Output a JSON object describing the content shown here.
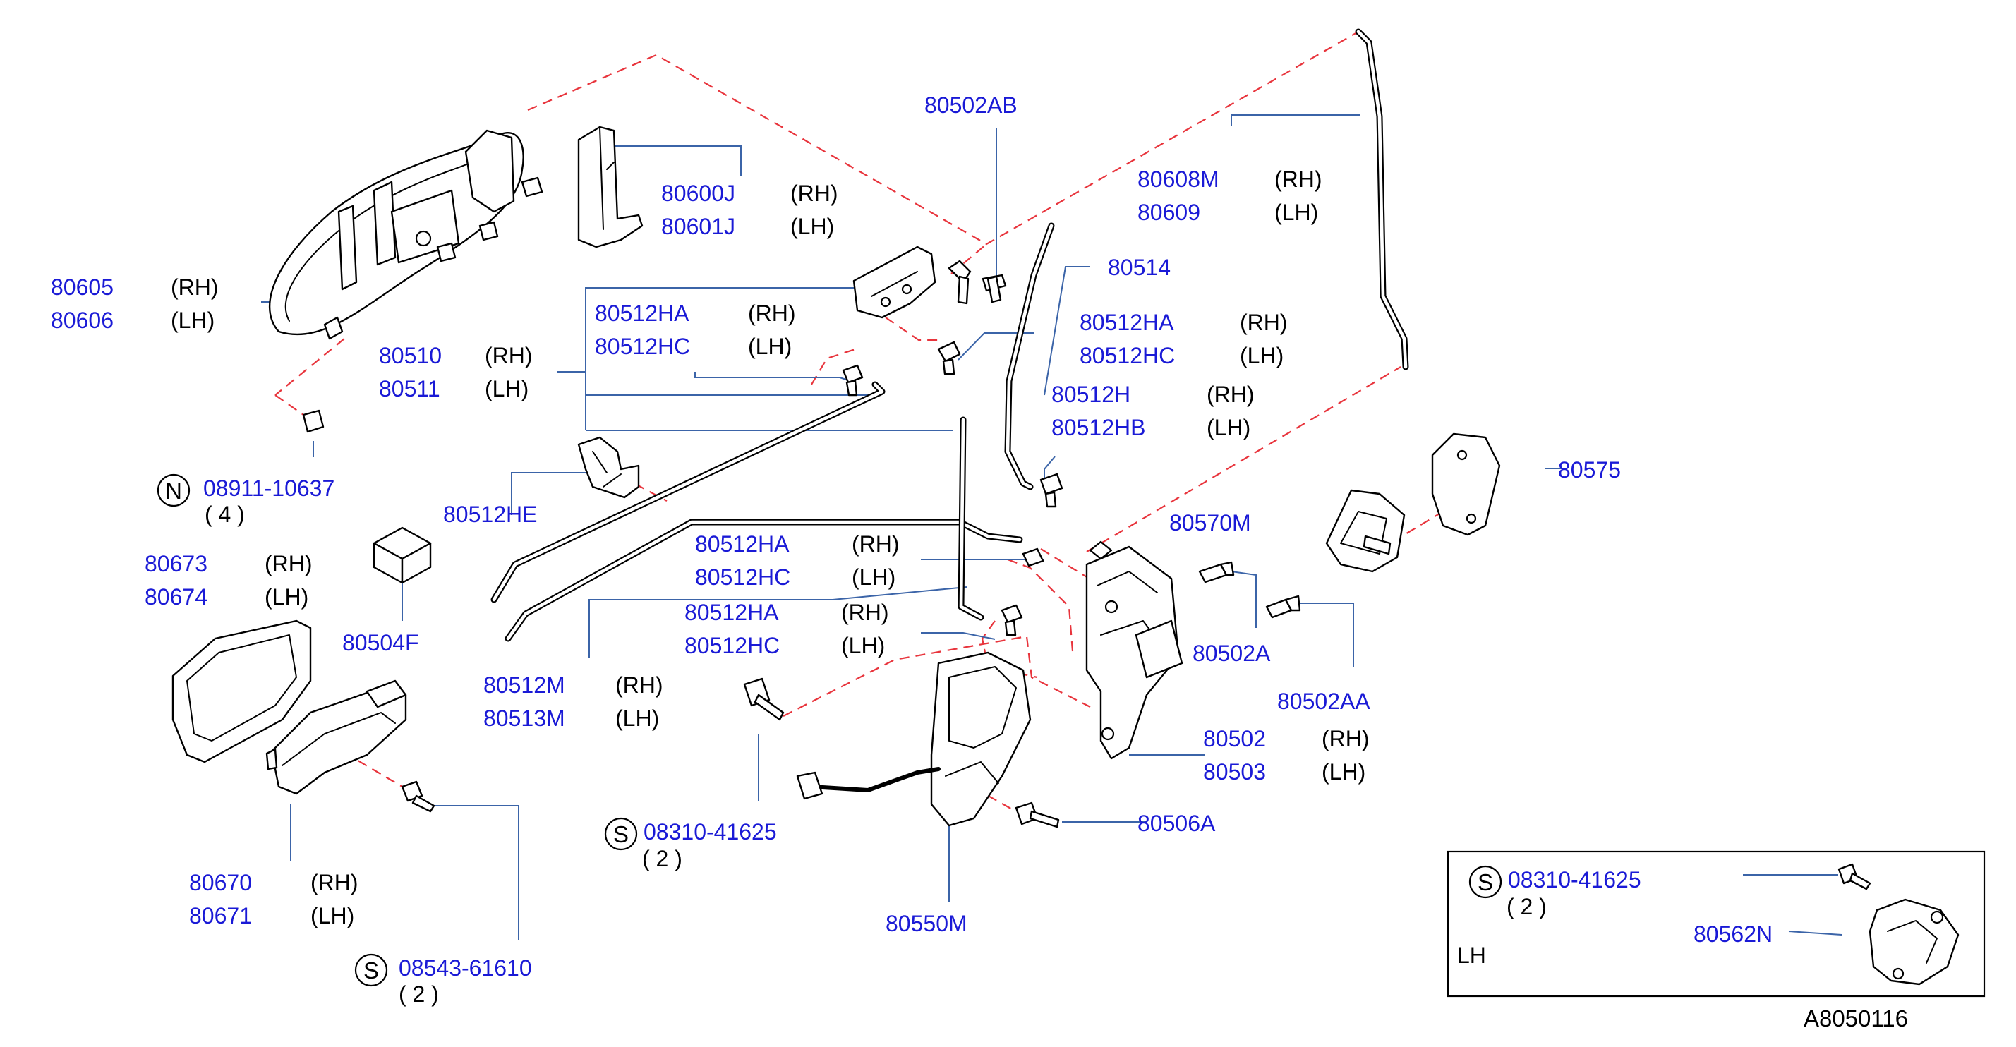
{
  "parts": {
    "p80605": "80605",
    "p80606": "80606",
    "p80600J": "80600J",
    "p80601J": "80601J",
    "p80502AB": "80502AB",
    "p80608M": "80608M",
    "p80609": "80609",
    "p80514": "80514",
    "p80512HA_a": "80512HA",
    "p80512HC_a": "80512HC",
    "p80512HA_b": "80512HA",
    "p80512HC_b": "80512HC",
    "p80510": "80510",
    "p80511": "80511",
    "p80512H": "80512H",
    "p80512HB": "80512HB",
    "p08911": "08911-10637",
    "p80512HE": "80512HE",
    "p80575": "80575",
    "p80570M": "80570M",
    "p80673": "80673",
    "p80674": "80674",
    "p80504F": "80504F",
    "p80512HA_c": "80512HA",
    "p80512HC_c": "80512HC",
    "p80512HA_d": "80512HA",
    "p80512HC_d": "80512HC",
    "p80502A": "80502A",
    "p80512M": "80512M",
    "p80513M": "80513M",
    "p80502AA": "80502AA",
    "p80502": "80502",
    "p80503": "80503",
    "p08310_a": "08310-41625",
    "p80506A": "80506A",
    "p80670": "80670",
    "p80671": "80671",
    "p08310_b": "08310-41625",
    "p80550M": "80550M",
    "p80562N": "80562N",
    "p08543": "08543-61610"
  },
  "sides": {
    "rh": "(RH)",
    "lh": "(LH)"
  },
  "qty": {
    "q4": "( 4 )",
    "q2": "( 2 )"
  },
  "markers": {
    "N": "N",
    "S": "S"
  },
  "inset": {
    "label": "LH"
  },
  "diagram_code": "A8050116",
  "colors": {
    "part_number": "#1a1ad6",
    "leader": "#3b64a8",
    "phantom_line": "#e8343c"
  }
}
